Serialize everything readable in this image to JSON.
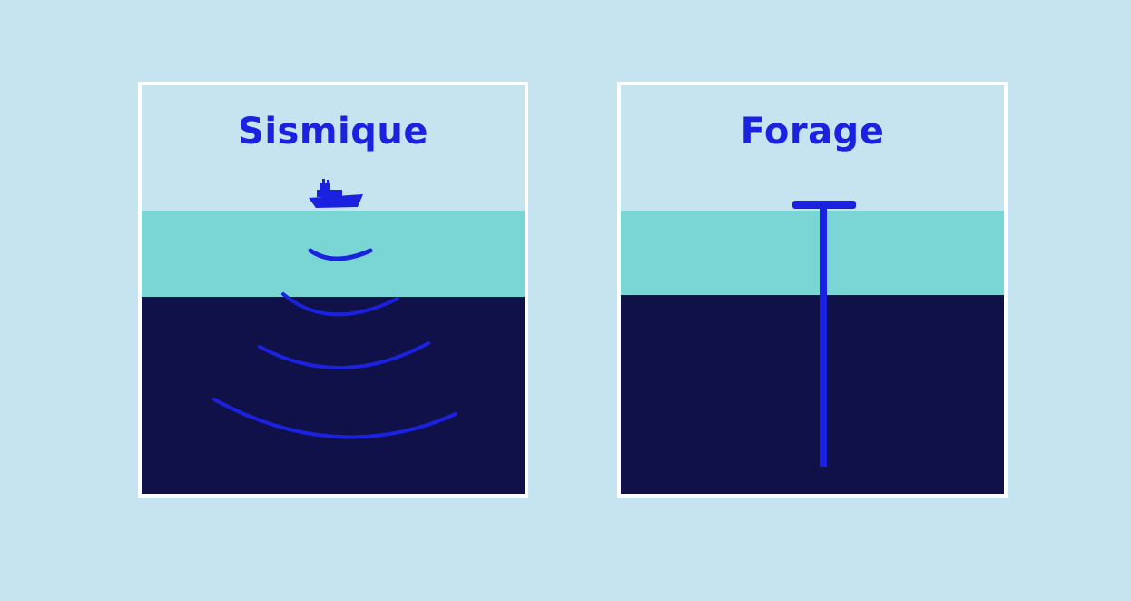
{
  "colors": {
    "background": "#c6e4ef",
    "sky": "#c6e4ef",
    "water": "#7ad6d4",
    "seabed": "#111149",
    "accent": "#1a22e0",
    "frame": "#ffffff"
  },
  "panels": [
    {
      "title": "Sismique",
      "icon": "ship-icon",
      "elements": [
        "seismic-wave-1",
        "seismic-wave-2",
        "seismic-wave-3",
        "seismic-wave-4"
      ]
    },
    {
      "title": "Forage",
      "icon": "drill-rig-icon",
      "elements": [
        "drill-pipe"
      ]
    }
  ]
}
